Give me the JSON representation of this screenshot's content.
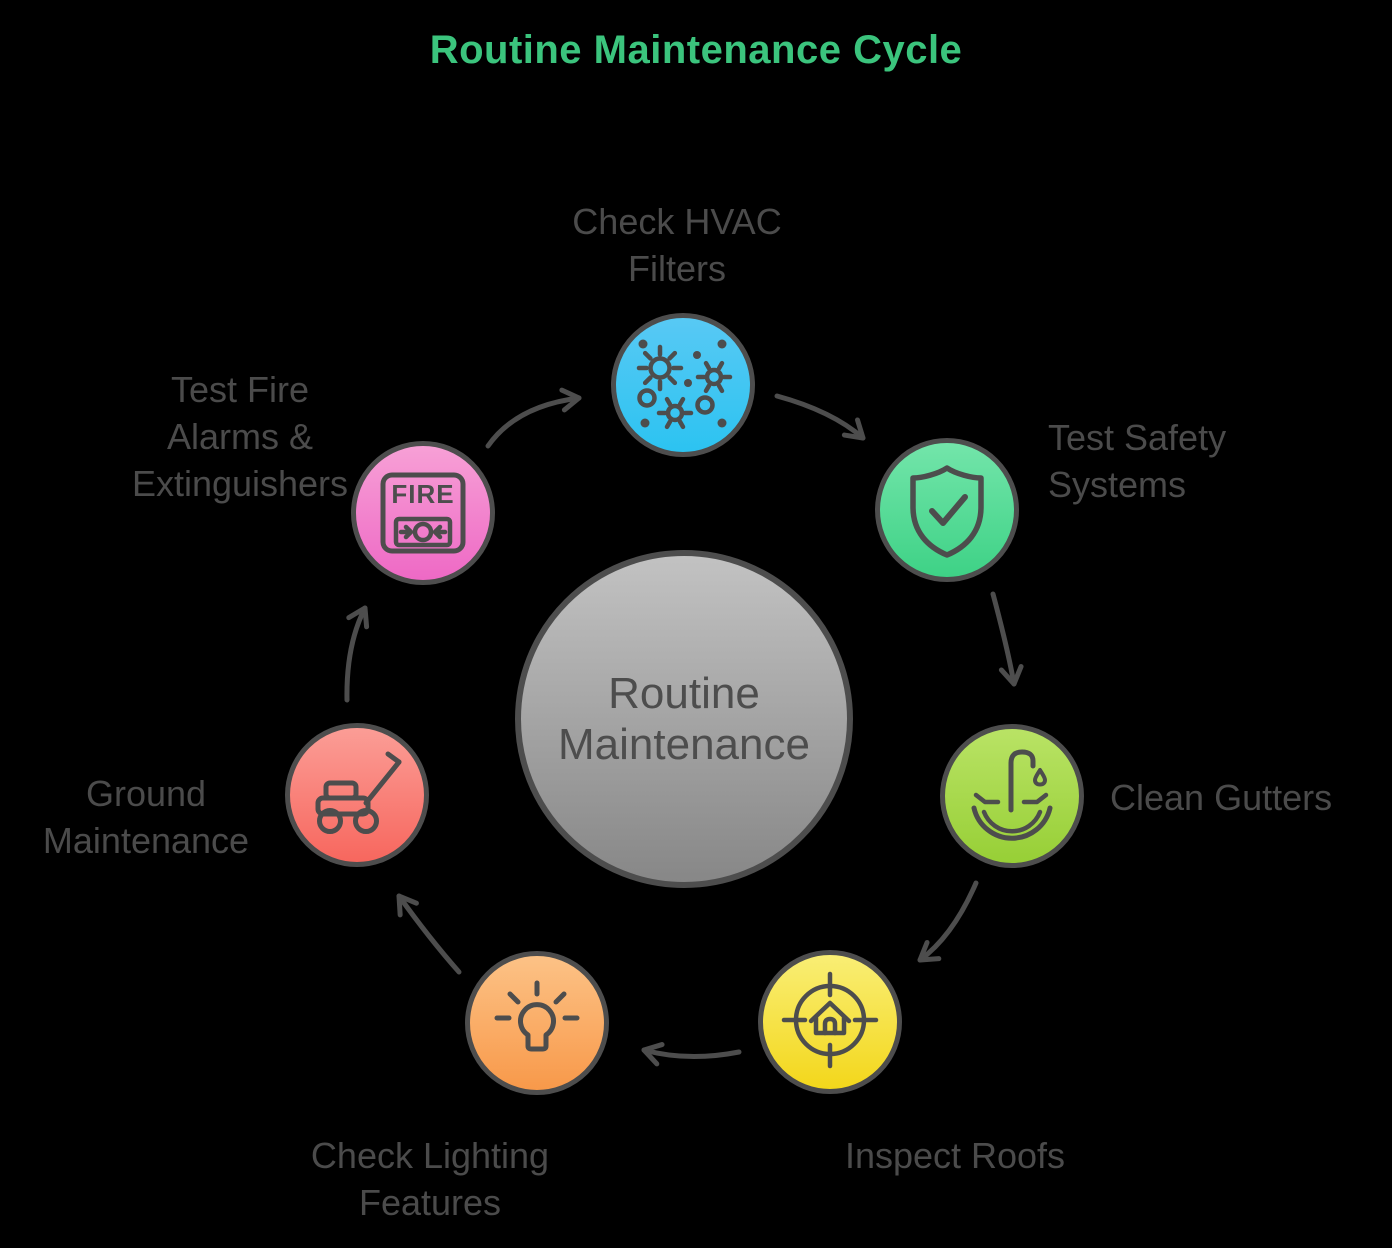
{
  "title": "Routine Maintenance Cycle",
  "center": {
    "label": "Routine Maintenance"
  },
  "nodes": {
    "hvac": {
      "label": "Check HVAC\nFilters",
      "icon": "allergens-icon"
    },
    "safety": {
      "label": "Test Safety\nSystems",
      "icon": "shield-check-icon"
    },
    "gutters": {
      "label": "Clean Gutters",
      "icon": "gutter-drain-icon"
    },
    "roofs": {
      "label": "Inspect Roofs",
      "icon": "house-target-icon"
    },
    "lighting": {
      "label": "Check Lighting\nFeatures",
      "icon": "lightbulb-icon"
    },
    "ground": {
      "label": "Ground\nMaintenance",
      "icon": "lawnmower-icon"
    },
    "fire": {
      "label": "Test Fire\nAlarms &\nExtinguishers",
      "icon": "fire-alarm-icon"
    }
  },
  "fire_icon_text": "FIRE",
  "colors": {
    "background": "#000000",
    "title_green": "#3bc47d",
    "label_gray": "#4b4b4b",
    "stroke_gray": "#4d4d4d",
    "center_top": "#c2c2c2",
    "center_bottom": "#878787",
    "center_text": "#4d4d4d",
    "hvac_top": "#58c9f4",
    "hvac_bottom": "#2cc3f1",
    "safety_top": "#73e5aa",
    "safety_bottom": "#3ed286",
    "gutters_top": "#b9e365",
    "gutters_bottom": "#97cf36",
    "roofs_top": "#f9ee75",
    "roofs_bottom": "#f3d71b",
    "lighting_top": "#fcc286",
    "lighting_bottom": "#f8994a",
    "ground_top": "#fb9d96",
    "ground_bottom": "#f7675e",
    "fire_top": "#f7a0d6",
    "fire_bottom": "#ee69c5"
  }
}
